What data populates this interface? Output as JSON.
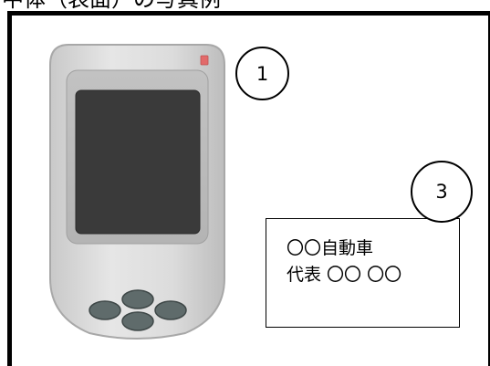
{
  "header": {
    "title": "中体（表面）の写真例"
  },
  "callouts": {
    "first": "1",
    "third": "3"
  },
  "card": {
    "company": "〇〇自動車",
    "representative": "代表 〇〇 〇〇"
  },
  "device": {
    "icon": "handheld-terminal-icon",
    "body_color": "#d7d7d7",
    "screen_color": "#3a3a3a",
    "indicator_color": "#e26a6a",
    "button_color": "#5f6b6b"
  }
}
